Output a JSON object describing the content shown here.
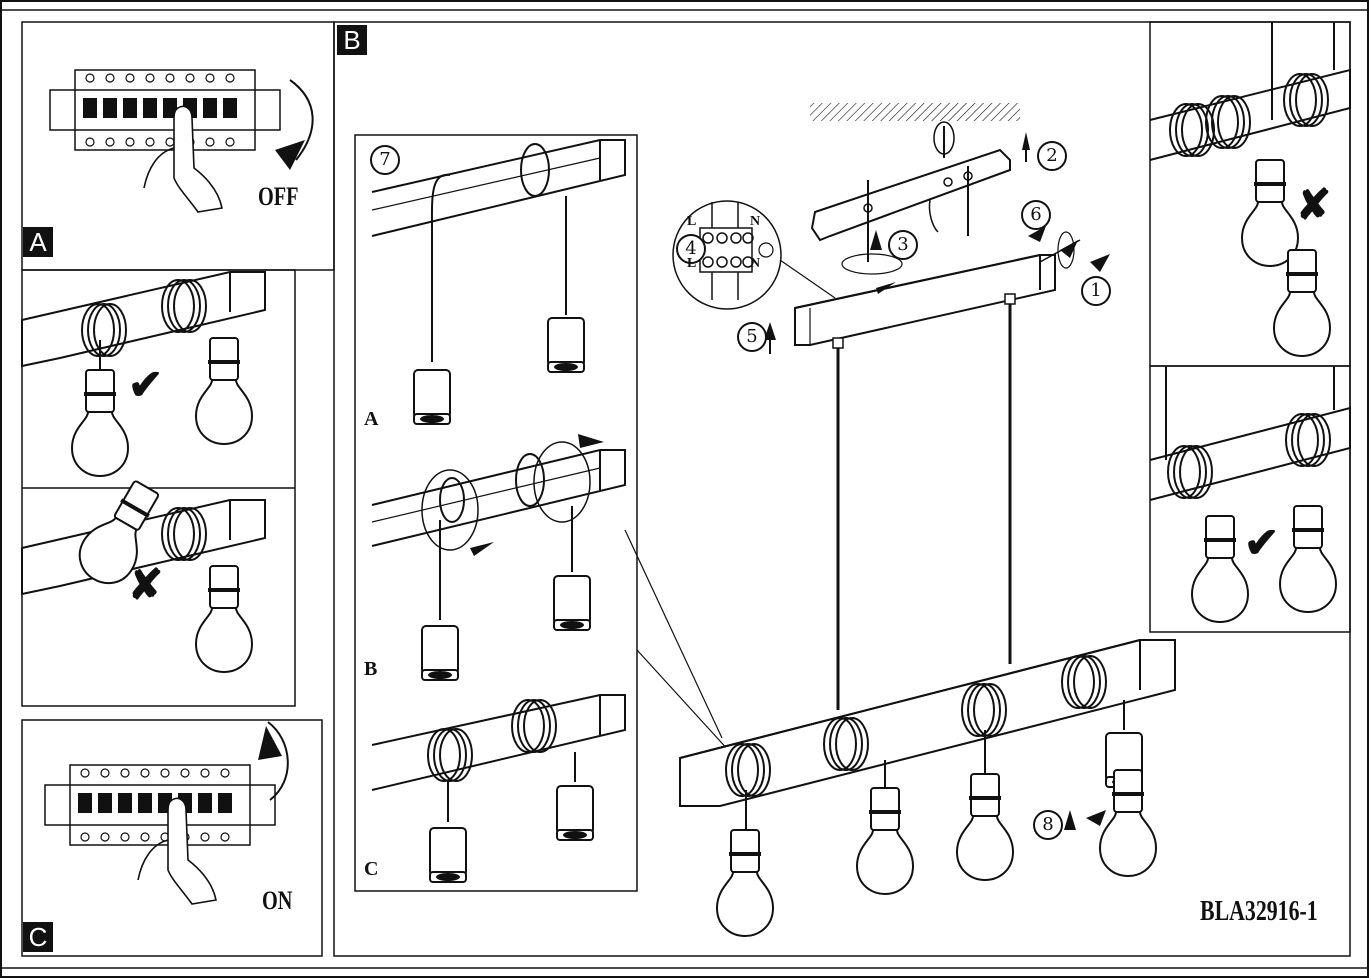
{
  "panels": {
    "a": {
      "letter": "A",
      "switch_label": "OFF"
    },
    "b": {
      "letter": "B"
    },
    "c": {
      "letter": "C",
      "switch_label": "ON"
    }
  },
  "cable_detail": {
    "step": "7",
    "variants": [
      "A",
      "B",
      "C"
    ]
  },
  "steps": [
    "1",
    "2",
    "3",
    "4",
    "5",
    "6",
    "8"
  ],
  "terminal": {
    "live_left": "L",
    "live_left_lower": "L",
    "neutral": "N",
    "neutral_lower": "N"
  },
  "marks": {
    "correct": "✔",
    "wrong": "✘"
  },
  "product_code": "BLA32916-1"
}
